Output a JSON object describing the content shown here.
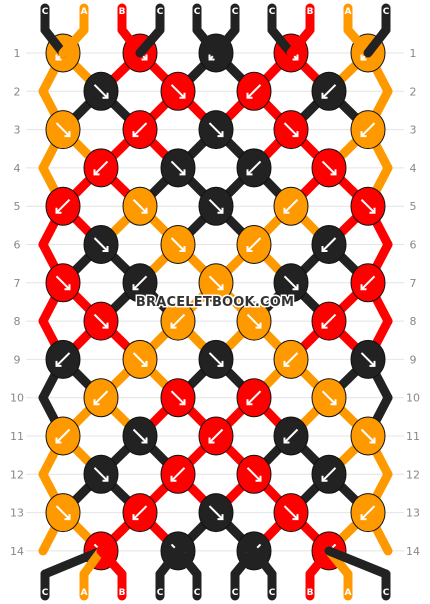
{
  "watermark": "BRACELETBOOK.COM",
  "colors": {
    "A": "#ff9900",
    "B": "#ff0000",
    "C": "#222222"
  },
  "pattern": {
    "strands_top": [
      "C",
      "A",
      "B",
      "C",
      "C",
      "C",
      "C",
      "B",
      "A",
      "C"
    ],
    "strands_bottom": [
      "C",
      "A",
      "B",
      "C",
      "C",
      "C",
      "C",
      "B",
      "A",
      "C"
    ],
    "rows": [
      {
        "label": "1",
        "knots": [
          {
            "color": "A",
            "dir": "bl"
          },
          {
            "color": "B",
            "dir": "br"
          },
          {
            "color": "C",
            "dir": "bl"
          },
          {
            "color": "B",
            "dir": "br"
          },
          {
            "color": "A",
            "dir": "bl"
          }
        ]
      },
      {
        "label": "2",
        "knots": [
          {
            "color": "C",
            "dir": "br"
          },
          {
            "color": "B",
            "dir": "br"
          },
          {
            "color": "B",
            "dir": "bl"
          },
          {
            "color": "C",
            "dir": "bl"
          }
        ]
      },
      {
        "label": "3",
        "knots": [
          {
            "color": "A",
            "dir": "br"
          },
          {
            "color": "B",
            "dir": "bl"
          },
          {
            "color": "C",
            "dir": "br"
          },
          {
            "color": "B",
            "dir": "br"
          },
          {
            "color": "A",
            "dir": "bl"
          }
        ]
      },
      {
        "label": "4",
        "knots": [
          {
            "color": "B",
            "dir": "bl"
          },
          {
            "color": "C",
            "dir": "br"
          },
          {
            "color": "C",
            "dir": "bl"
          },
          {
            "color": "B",
            "dir": "br"
          }
        ]
      },
      {
        "label": "5",
        "knots": [
          {
            "color": "B",
            "dir": "bl"
          },
          {
            "color": "A",
            "dir": "br"
          },
          {
            "color": "C",
            "dir": "br"
          },
          {
            "color": "A",
            "dir": "bl"
          },
          {
            "color": "B",
            "dir": "br"
          }
        ]
      },
      {
        "label": "6",
        "knots": [
          {
            "color": "C",
            "dir": "br"
          },
          {
            "color": "A",
            "dir": "br"
          },
          {
            "color": "A",
            "dir": "bl"
          },
          {
            "color": "C",
            "dir": "bl"
          }
        ]
      },
      {
        "label": "7",
        "knots": [
          {
            "color": "B",
            "dir": "br"
          },
          {
            "color": "C",
            "dir": "bl"
          },
          {
            "color": "A",
            "dir": "br"
          },
          {
            "color": "C",
            "dir": "br"
          },
          {
            "color": "B",
            "dir": "bl"
          }
        ]
      },
      {
        "label": "8",
        "knots": [
          {
            "color": "B",
            "dir": "br"
          },
          {
            "color": "A",
            "dir": "bl"
          },
          {
            "color": "A",
            "dir": "br"
          },
          {
            "color": "B",
            "dir": "bl"
          }
        ]
      },
      {
        "label": "9",
        "knots": [
          {
            "color": "C",
            "dir": "bl"
          },
          {
            "color": "A",
            "dir": "br"
          },
          {
            "color": "C",
            "dir": "br"
          },
          {
            "color": "A",
            "dir": "bl"
          },
          {
            "color": "C",
            "dir": "br"
          }
        ]
      },
      {
        "label": "10",
        "knots": [
          {
            "color": "A",
            "dir": "bl"
          },
          {
            "color": "B",
            "dir": "br"
          },
          {
            "color": "B",
            "dir": "bl"
          },
          {
            "color": "A",
            "dir": "br"
          }
        ]
      },
      {
        "label": "11",
        "knots": [
          {
            "color": "A",
            "dir": "bl"
          },
          {
            "color": "C",
            "dir": "br"
          },
          {
            "color": "B",
            "dir": "bl"
          },
          {
            "color": "C",
            "dir": "bl"
          },
          {
            "color": "A",
            "dir": "br"
          }
        ]
      },
      {
        "label": "12",
        "knots": [
          {
            "color": "C",
            "dir": "br"
          },
          {
            "color": "B",
            "dir": "bl"
          },
          {
            "color": "B",
            "dir": "br"
          },
          {
            "color": "C",
            "dir": "bl"
          }
        ]
      },
      {
        "label": "13",
        "knots": [
          {
            "color": "A",
            "dir": "br"
          },
          {
            "color": "B",
            "dir": "bl"
          },
          {
            "color": "C",
            "dir": "br"
          },
          {
            "color": "B",
            "dir": "br"
          },
          {
            "color": "A",
            "dir": "bl"
          }
        ]
      },
      {
        "label": "14",
        "knots": [
          {
            "color": "B",
            "dir": "br"
          },
          {
            "color": "C",
            "dir": "br"
          },
          {
            "color": "C",
            "dir": "bl"
          },
          {
            "color": "B",
            "dir": "bl"
          }
        ]
      }
    ]
  }
}
